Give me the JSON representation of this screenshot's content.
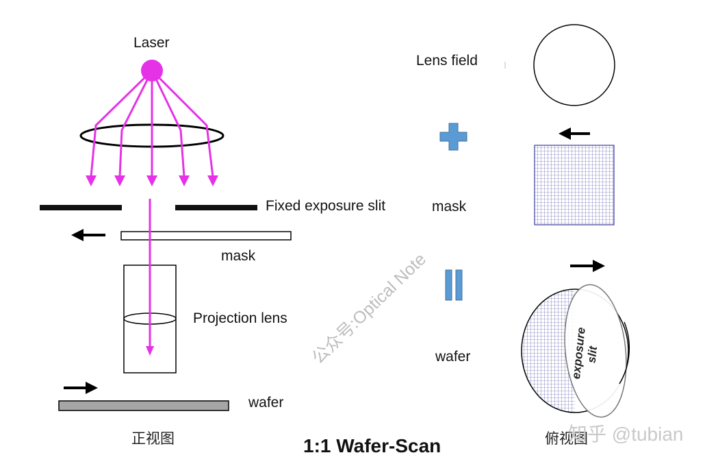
{
  "labels": {
    "laser": "Laser",
    "fixed_slit": "Fixed exposure slit",
    "mask_left": "mask",
    "projection_lens": "Projection lens",
    "wafer_left": "wafer",
    "lens_field": "Lens field",
    "mask_right": "mask",
    "wafer_right": "wafer",
    "exposure": "exposure",
    "slit": "slit"
  },
  "captions": {
    "front_view": "正视图",
    "top_view": "俯视图",
    "title": "1:1 Wafer-Scan"
  },
  "watermarks": {
    "diagonal": "公众号:Optical Note",
    "corner": "知乎 @tubian"
  },
  "colors": {
    "laser": "#e632e6",
    "operator": "#5b9bd5",
    "grid": "#3a3aa0"
  }
}
